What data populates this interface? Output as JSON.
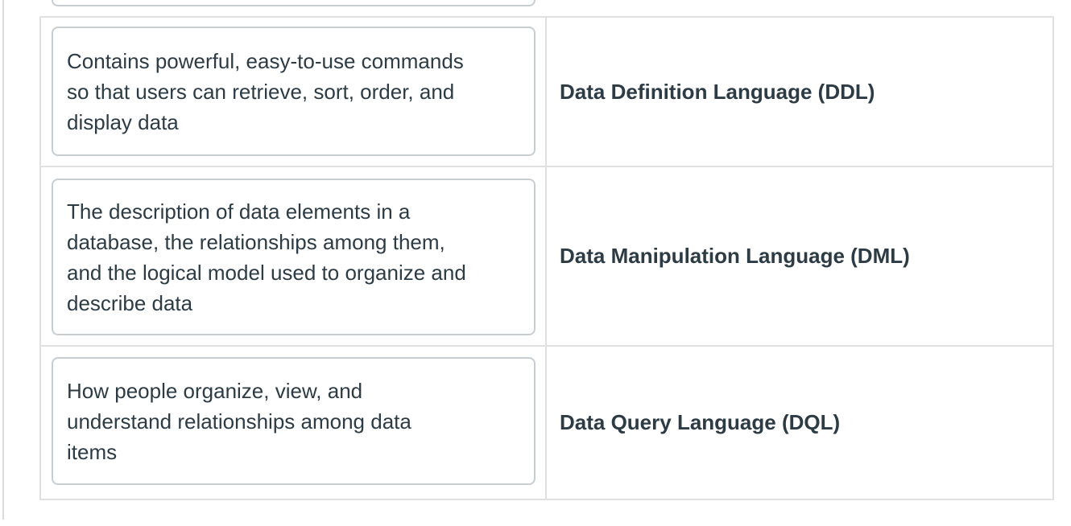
{
  "question": {
    "type": "matching",
    "rows": [
      {
        "definition": "Contains powerful, easy-to-use commands\nso that users can retrieve, sort, order, and\ndisplay data",
        "term": "Data Definition Language (DDL)"
      },
      {
        "definition": "The description of data elements in a\ndatabase, the relationships among them,\nand the logical model used to organize and\ndescribe data",
        "term": "Data Manipulation Language (DML)"
      },
      {
        "definition": "How people organize, view, and\nunderstand relationships among data\nitems",
        "term": "Data Query Language (DQL)"
      }
    ]
  },
  "colors": {
    "table_border": "#dee0e2",
    "card_border": "#c7cdd1",
    "outer_border": "#d9d9d9",
    "text": "#2d3b45",
    "background": "#ffffff"
  }
}
